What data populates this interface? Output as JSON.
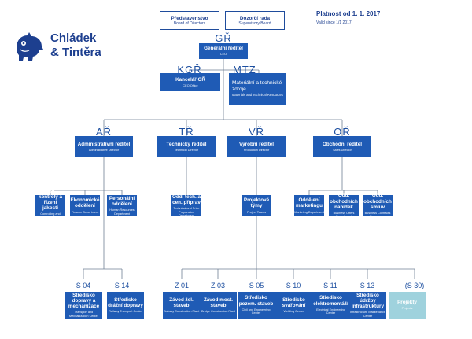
{
  "logo": {
    "line1": "Chládek",
    "line2": "& Tintěra"
  },
  "board_directors": {
    "title": "Představenstvo",
    "subtitle": "Board of Directors"
  },
  "supervisory_board": {
    "title": "Dozorčí rada",
    "subtitle": "Supervisory Board"
  },
  "validity": {
    "title": "Platnost od 1. 1. 2017",
    "subtitle": "Valid since 1/1 2017"
  },
  "gr": {
    "code": "GŘ",
    "title": "Generální ředitel",
    "subtitle": "CEO"
  },
  "kgr": {
    "code": "KGŘ",
    "title": "Kancelář GŘ",
    "subtitle": "CEO Office"
  },
  "mtz": {
    "code": "MTZ",
    "title": "Materiální a technické zdroje",
    "subtitle": "Materials and Technical Resources"
  },
  "directors": [
    {
      "code": "AŘ",
      "title": "Administrativní ředitel",
      "subtitle": "Administrative Director"
    },
    {
      "code": "TŘ",
      "title": "Technický ředitel",
      "subtitle": "Technical Director"
    },
    {
      "code": "VŘ",
      "title": "Výrobní ředitel",
      "subtitle": "Production Director"
    },
    {
      "code": "OŘ",
      "title": "Obchodní ředitel",
      "subtitle": "Sales Director"
    }
  ],
  "departments": [
    {
      "title": "Odd. kontroly a řízení jakosti",
      "subtitle": "Controlling and Quality Control Department"
    },
    {
      "title": "Ekonomické oddělení",
      "subtitle": "Finance Department"
    },
    {
      "title": "Personální oddělení",
      "subtitle": "Human Resources Department"
    },
    {
      "title": "Odd. tech. a cen. příprav",
      "subtitle": "Technical and Price Preparation Department"
    },
    {
      "title": "Projektové týmy",
      "subtitle": "Project Teams"
    },
    {
      "title": "Oddělení marketingu",
      "subtitle": "Marketing Department"
    },
    {
      "title": "Odd. obchodních nabídek",
      "subtitle": "Business Offers Department"
    },
    {
      "title": "Odd. obchodních smluv",
      "subtitle": "Business Contracts Department"
    }
  ],
  "centers": [
    {
      "code": "S 04",
      "title": "Středisko dopravy a mechanizace",
      "subtitle": "Transport and Mechanization Center"
    },
    {
      "code": "S 14",
      "title": "Středisko drážní dopravy",
      "subtitle": "Railway Transport Center"
    },
    {
      "code": "Z 01",
      "title": "Závod žel. staveb",
      "subtitle": "Railway Construction Plant"
    },
    {
      "code": "Z 03",
      "title": "Závod most. staveb",
      "subtitle": "Bridge Construction Plant"
    },
    {
      "code": "S 05",
      "title": "Středisko pozem. staveb",
      "subtitle": "Civil and Engineering Center"
    },
    {
      "code": "S 10",
      "title": "Středisko svařování",
      "subtitle": "Welding Center"
    },
    {
      "code": "S 11",
      "title": "Středisko elektromontáží",
      "subtitle": "Electrical Engineering Center"
    },
    {
      "code": "S 13",
      "title": "Středisko údržby infrastruktury",
      "subtitle": "Infrastructure Maintenance Center"
    },
    {
      "code": "(S 30)",
      "title": "Projekty",
      "subtitle": "Projects"
    }
  ]
}
